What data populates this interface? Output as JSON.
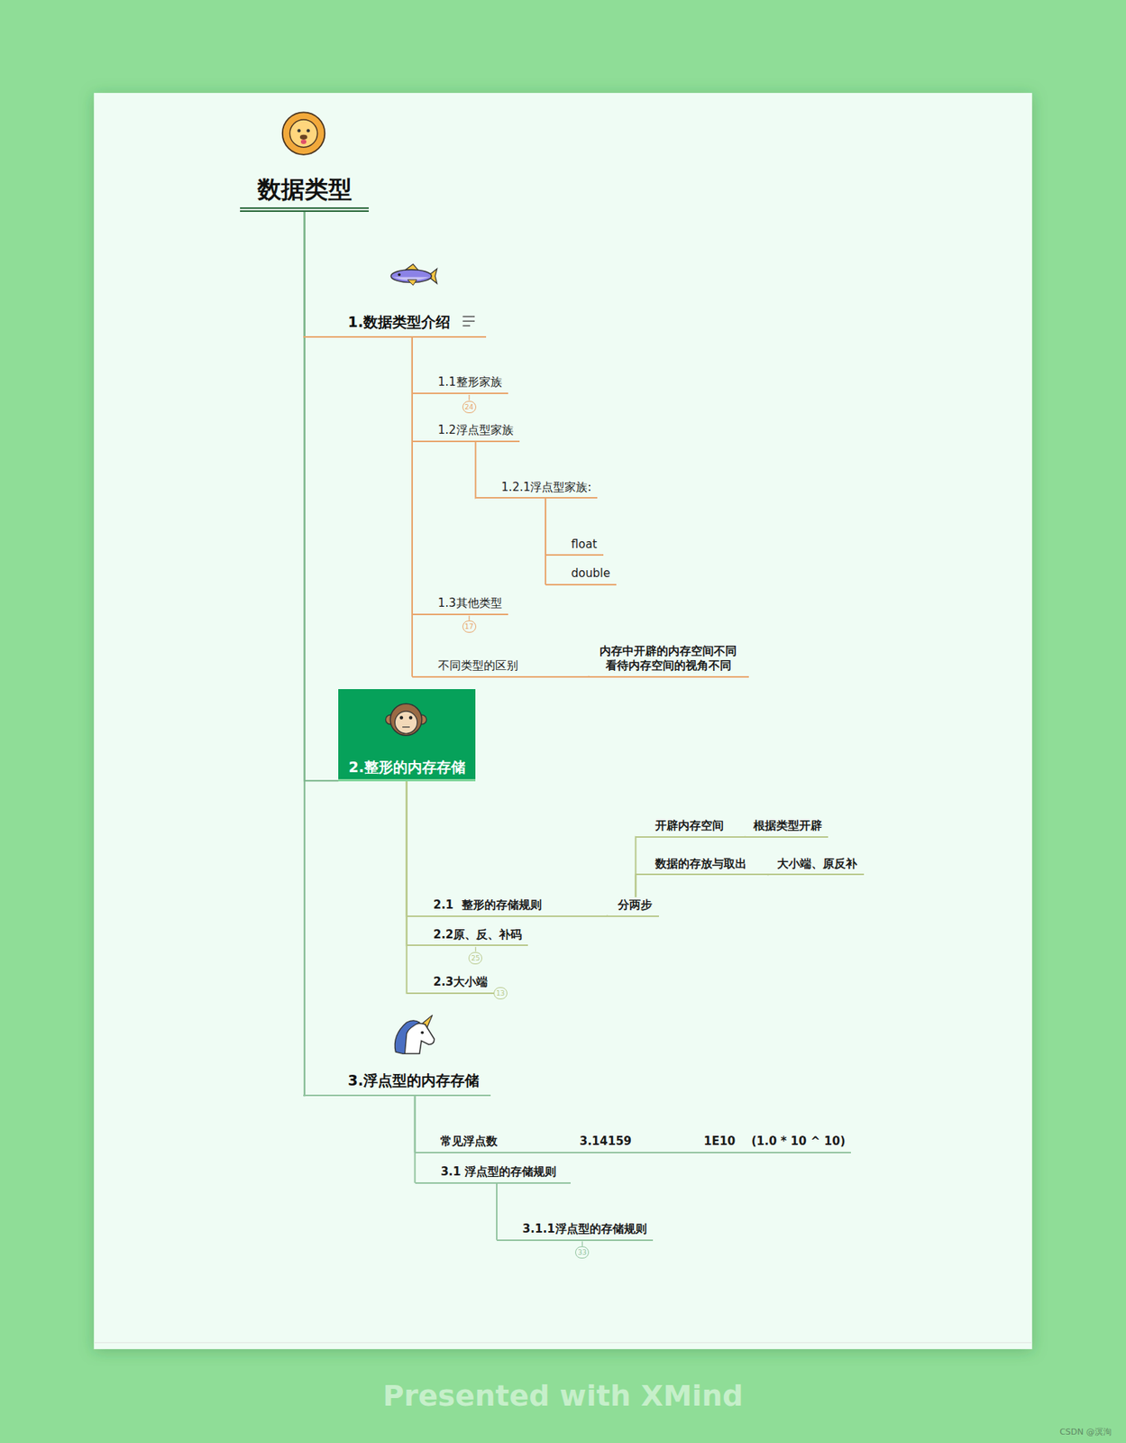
{
  "diagram": {
    "nodes": [
      {
        "text": [
          "数据类型"
        ]
      },
      {
        "text": [
          "1.数据类型介绍"
        ]
      },
      {
        "text": [
          "1.1整形家族"
        ]
      },
      {
        "text": [
          "1.2浮点型家族"
        ]
      },
      {
        "text": [
          "1.2.1浮点型家族:"
        ]
      },
      {
        "text": [
          "float"
        ]
      },
      {
        "text": [
          "double"
        ]
      },
      {
        "text": [
          "1.3其他类型"
        ]
      },
      {
        "text": [
          "不同类型的区别"
        ]
      },
      {
        "text": [
          "内存中开辟的内存空间不同 看待内存空间的视角不同"
        ]
      },
      {
        "text": [
          "2.整形的内存存储"
        ]
      },
      {
        "text": [
          "2.1  整形的存储规则"
        ]
      },
      {
        "text": [
          "分两步"
        ]
      },
      {
        "text": [
          "开辟内存空间"
        ]
      },
      {
        "text": [
          "根据类型开辟"
        ]
      },
      {
        "text": [
          "数据的存放与取出"
        ]
      },
      {
        "text": [
          "大小端、原反补"
        ]
      },
      {
        "text": [
          "2.2原、反、补码"
        ]
      },
      {
        "text": [
          "2.3大小端"
        ]
      },
      {
        "text": [
          "3.浮点型的内存存储"
        ]
      },
      {
        "text": [
          "常见浮点数"
        ]
      },
      {
        "text": [
          "3.14159"
        ]
      },
      {
        "text": [
          "1E10    (1.0 * 10 ^ 10)"
        ]
      },
      {
        "text": [
          "3.1 浮点型的存储规则"
        ]
      },
      {
        "text": [
          "3.1.1浮点型的存储规则"
        ]
      }
    ],
    "edges": [
      {
        "from": 0,
        "to": 1,
        "arrow": "none"
      },
      {
        "from": 0,
        "to": 10,
        "arrow": "none"
      },
      {
        "from": 0,
        "to": 19,
        "arrow": "none"
      },
      {
        "from": 1,
        "to": 2,
        "arrow": "none"
      },
      {
        "from": 1,
        "to": 3,
        "arrow": "none"
      },
      {
        "from": 1,
        "to": 7,
        "arrow": "none"
      },
      {
        "from": 1,
        "to": 8,
        "arrow": "none"
      },
      {
        "from": 3,
        "to": 4,
        "arrow": "none"
      },
      {
        "from": 4,
        "to": 5,
        "arrow": "none"
      },
      {
        "from": 4,
        "to": 6,
        "arrow": "none"
      },
      {
        "from": 8,
        "to": 9,
        "arrow": "none"
      },
      {
        "from": 10,
        "to": 11,
        "arrow": "none"
      },
      {
        "from": 10,
        "to": 17,
        "arrow": "none"
      },
      {
        "from": 10,
        "to": 18,
        "arrow": "none"
      },
      {
        "from": 11,
        "to": 12,
        "arrow": "none"
      },
      {
        "from": 12,
        "to": 13,
        "arrow": "none"
      },
      {
        "from": 12,
        "to": 15,
        "arrow": "none"
      },
      {
        "from": 13,
        "to": 14,
        "arrow": "none"
      },
      {
        "from": 15,
        "to": 16,
        "arrow": "none"
      },
      {
        "from": 19,
        "to": 20,
        "arrow": "none"
      },
      {
        "from": 19,
        "to": 23,
        "arrow": "none"
      },
      {
        "from": 20,
        "to": 21,
        "arrow": "none"
      },
      {
        "from": 21,
        "to": 22,
        "arrow": "none"
      },
      {
        "from": 23,
        "to": 24,
        "arrow": "none"
      }
    ],
    "labels": [
      "24",
      "17",
      "25",
      "13",
      "33",
      "Presented with XMind",
      "CSDN @溟洵"
    ]
  }
}
